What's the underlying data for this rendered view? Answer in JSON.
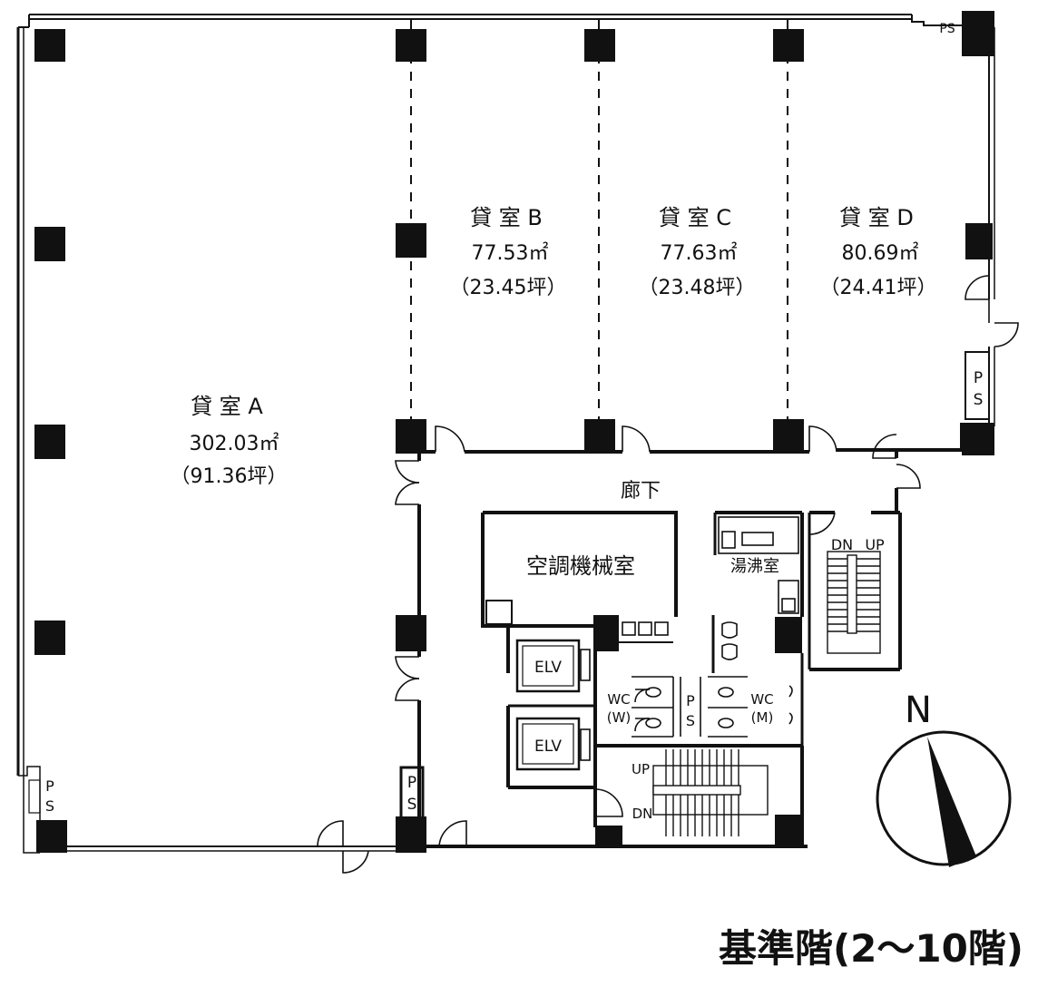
{
  "rooms": {
    "a": {
      "name": "貸 室 A",
      "area": "302.03㎡",
      "tsubo": "（91.36坪）"
    },
    "b": {
      "name": "貸 室 B",
      "area": "77.53㎡",
      "tsubo": "（23.45坪）"
    },
    "c": {
      "name": "貸 室 C",
      "area": "77.63㎡",
      "tsubo": "（23.48坪）"
    },
    "d": {
      "name": "貸 室 D",
      "area": "80.69㎡",
      "tsubo": "（24.41坪）"
    }
  },
  "labels": {
    "corridor": "廊下",
    "mechanical": "空調機械室",
    "kitchen": "湯沸室",
    "elv": "ELV",
    "wc_women_1": "WC",
    "wc_women_2": "(W)",
    "wc_men_1": "WC",
    "wc_men_2": "(M)",
    "ps_p": "P",
    "ps_s": "S",
    "ps_inline": "PS",
    "stair_dn": "DN",
    "stair_up": "UP"
  },
  "compass": {
    "north": "N"
  },
  "title": "基準階(2〜10階)"
}
